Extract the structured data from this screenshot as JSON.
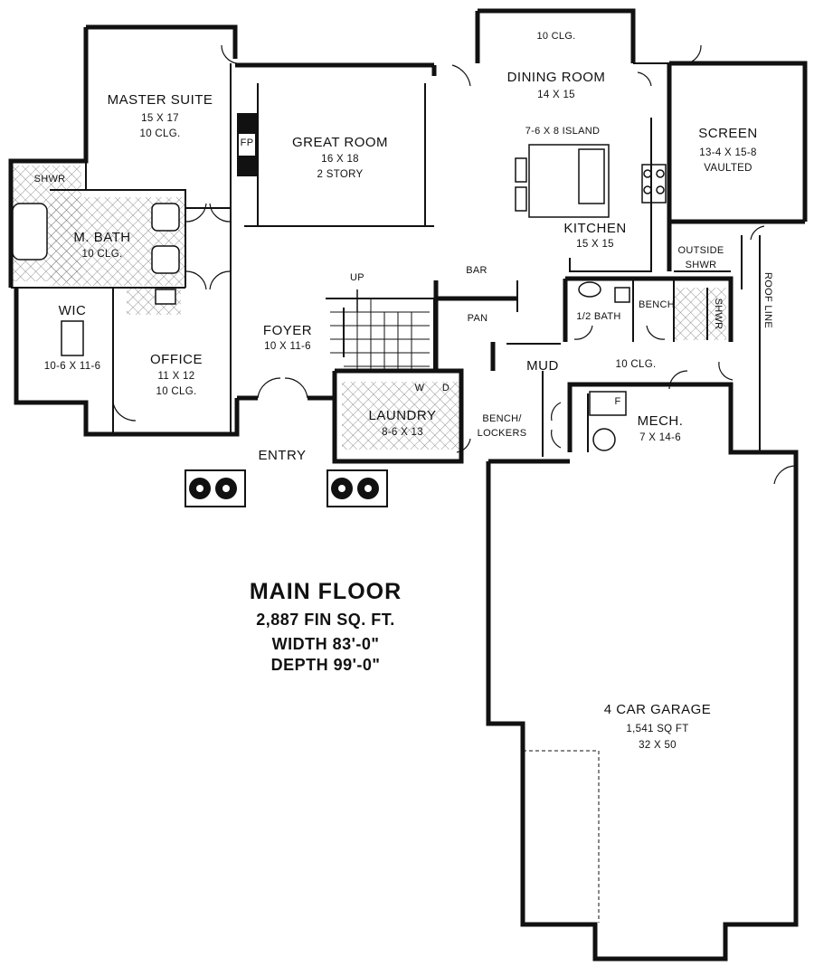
{
  "title": "MAIN FLOOR",
  "sqft": "2,887 FIN SQ. FT.",
  "width": "WIDTH 83'-0\"",
  "depth": "DEPTH 99'-0\"",
  "rooms": {
    "dining_clg": "10 CLG.",
    "dining_name": "DINING ROOM",
    "dining_dim": "14 X 15",
    "master_name": "MASTER SUITE",
    "master_dim": "15 X 17",
    "master_clg": "10 CLG.",
    "great_name": "GREAT ROOM",
    "great_dim": "16 X 18",
    "great_story": "2 STORY",
    "fp": "FP",
    "island": "7-6 X 8 ISLAND",
    "screen_name": "SCREEN",
    "screen_dim": "13-4 X 15-8",
    "screen_vaulted": "VAULTED",
    "shwr": "SHWR",
    "mbath_name": "M. BATH",
    "mbath_clg": "10 CLG.",
    "kitchen_name": "KITCHEN",
    "kitchen_dim": "15 X 15",
    "outside_shwr_1": "OUTSIDE",
    "outside_shwr_2": "SHWR",
    "bar": "BAR",
    "up": "UP",
    "roof_line": "ROOF LINE",
    "wic_name": "WIC",
    "wic_dim": "10-6 X 11-6",
    "pan": "PAN",
    "half_bath": "1/2 BATH",
    "bench": "BENCH",
    "shwr2": "SHWR",
    "foyer_name": "FOYER",
    "foyer_dim": "10 X 11-6",
    "mud": "MUD",
    "mud_clg": "10 CLG.",
    "office_name": "OFFICE",
    "office_dim": "11 X 12",
    "office_clg": "10 CLG.",
    "d": "D",
    "w": "W",
    "laundry_name": "LAUNDRY",
    "laundry_dim": "8-6 X 13",
    "bench_lockers_1": "BENCH/",
    "bench_lockers_2": "LOCKERS",
    "f": "F",
    "mech_name": "MECH.",
    "mech_dim": "7 X 14-6",
    "entry": "ENTRY",
    "garage_name": "4 CAR GARAGE",
    "garage_sqft": "1,541 SQ FT",
    "garage_dim": "32 X 50"
  }
}
